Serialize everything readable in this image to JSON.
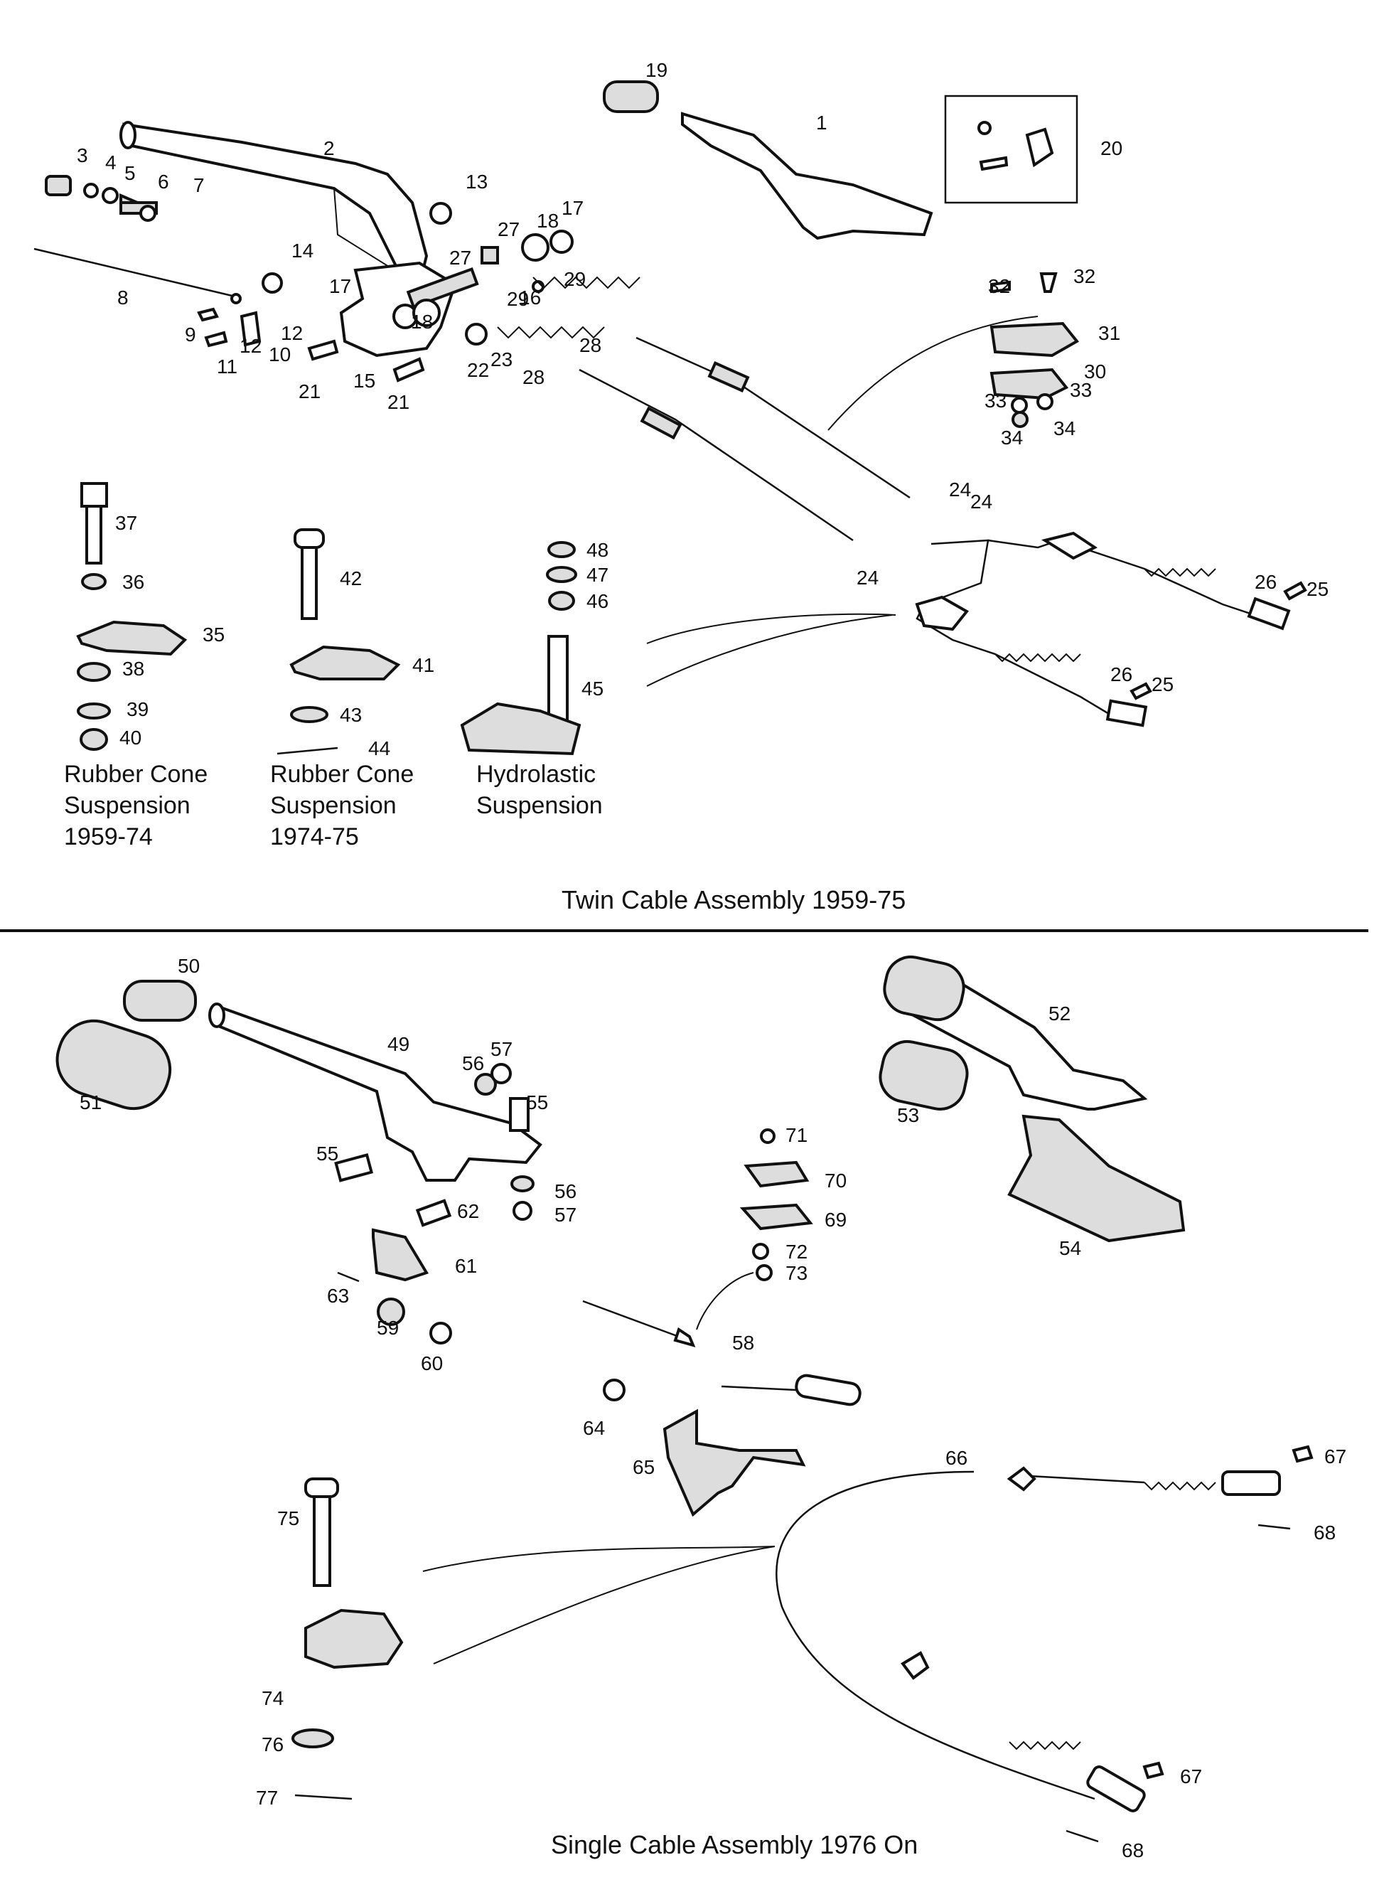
{
  "sections": {
    "top_title": "Twin Cable Assembly 1959-75",
    "bottom_title": "Single Cable Assembly 1976 On"
  },
  "captions": {
    "rubber_1959": [
      "Rubber Cone",
      "Suspension",
      "1959-74"
    ],
    "rubber_1974": [
      "Rubber Cone",
      "Suspension",
      "1974-75"
    ],
    "hydrolastic": [
      "Hydrolastic",
      "Suspension"
    ]
  },
  "labels": [
    "1",
    "2",
    "3",
    "4",
    "5",
    "6",
    "7",
    "8",
    "9",
    "10",
    "11",
    "12",
    "12",
    "13",
    "14",
    "15",
    "16",
    "17",
    "17",
    "18",
    "18",
    "19",
    "20",
    "21",
    "21",
    "22",
    "23",
    "24",
    "24",
    "24",
    "25",
    "25",
    "26",
    "26",
    "27",
    "27",
    "28",
    "28",
    "29",
    "29",
    "30",
    "31",
    "32",
    "32",
    "33",
    "33",
    "34",
    "34",
    "35",
    "36",
    "37",
    "38",
    "39",
    "40",
    "41",
    "42",
    "43",
    "44",
    "45",
    "46",
    "47",
    "48",
    "49",
    "50",
    "51",
    "52",
    "53",
    "54",
    "55",
    "55",
    "56",
    "56",
    "57",
    "57",
    "58",
    "59",
    "60",
    "61",
    "62",
    "63",
    "64",
    "65",
    "66",
    "67",
    "67",
    "68",
    "68",
    "69",
    "70",
    "71",
    "72",
    "73",
    "74",
    "75",
    "76",
    "77"
  ]
}
